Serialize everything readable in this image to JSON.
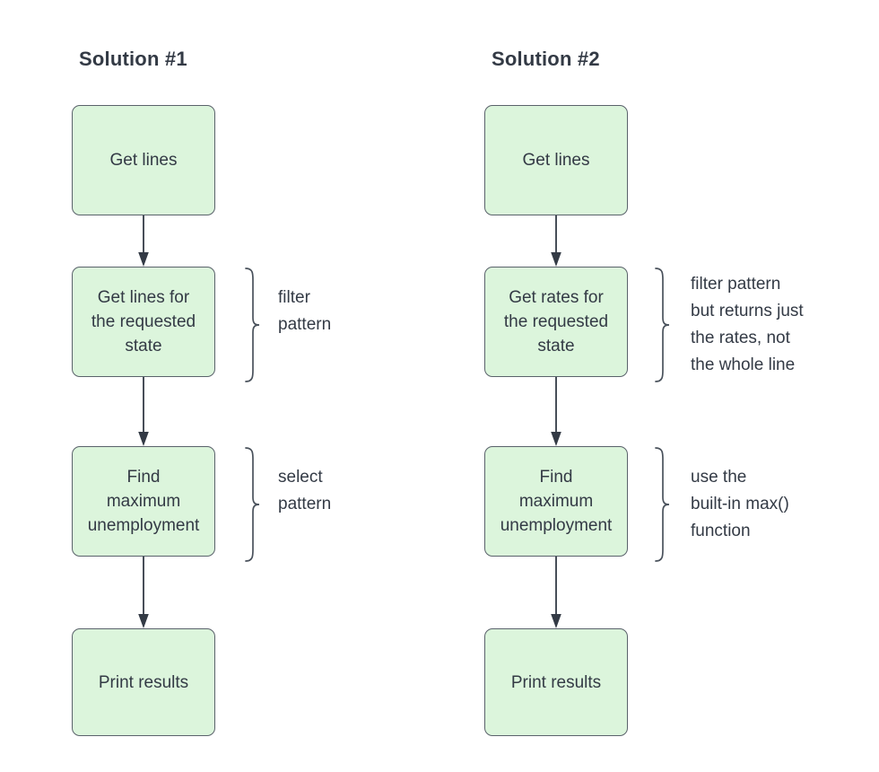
{
  "diagram": {
    "type": "flowchart",
    "background_color": "#ffffff",
    "node_fill_color": "#dcf5dc",
    "node_border_color": "#5a626b",
    "text_color": "#333a45",
    "arrow_color": "#333a45",
    "columns": [
      {
        "id": "solution-1",
        "title": "Solution #1",
        "nodes": [
          {
            "id": "s1-n1",
            "label": "Get lines"
          },
          {
            "id": "s1-n2",
            "label": "Get lines for\nthe requested\nstate"
          },
          {
            "id": "s1-n3",
            "label": "Find\nmaximum\nunemployment"
          },
          {
            "id": "s1-n4",
            "label": "Print results"
          }
        ],
        "annotations": [
          {
            "id": "s1-a1",
            "target": "s1-n2",
            "text": "filter\npattern"
          },
          {
            "id": "s1-a2",
            "target": "s1-n3",
            "text": "select\npattern"
          }
        ]
      },
      {
        "id": "solution-2",
        "title": "Solution #2",
        "nodes": [
          {
            "id": "s2-n1",
            "label": "Get lines"
          },
          {
            "id": "s2-n2",
            "label": "Get rates for\nthe requested\nstate"
          },
          {
            "id": "s2-n3",
            "label": "Find\nmaximum\nunemployment"
          },
          {
            "id": "s2-n4",
            "label": "Print results"
          }
        ],
        "annotations": [
          {
            "id": "s2-a1",
            "target": "s2-n2",
            "text": "filter pattern\nbut returns just\nthe rates, not\nthe whole line"
          },
          {
            "id": "s2-a2",
            "target": "s2-n3",
            "text": "use the\nbuilt-in max()\nfunction"
          }
        ]
      }
    ]
  }
}
